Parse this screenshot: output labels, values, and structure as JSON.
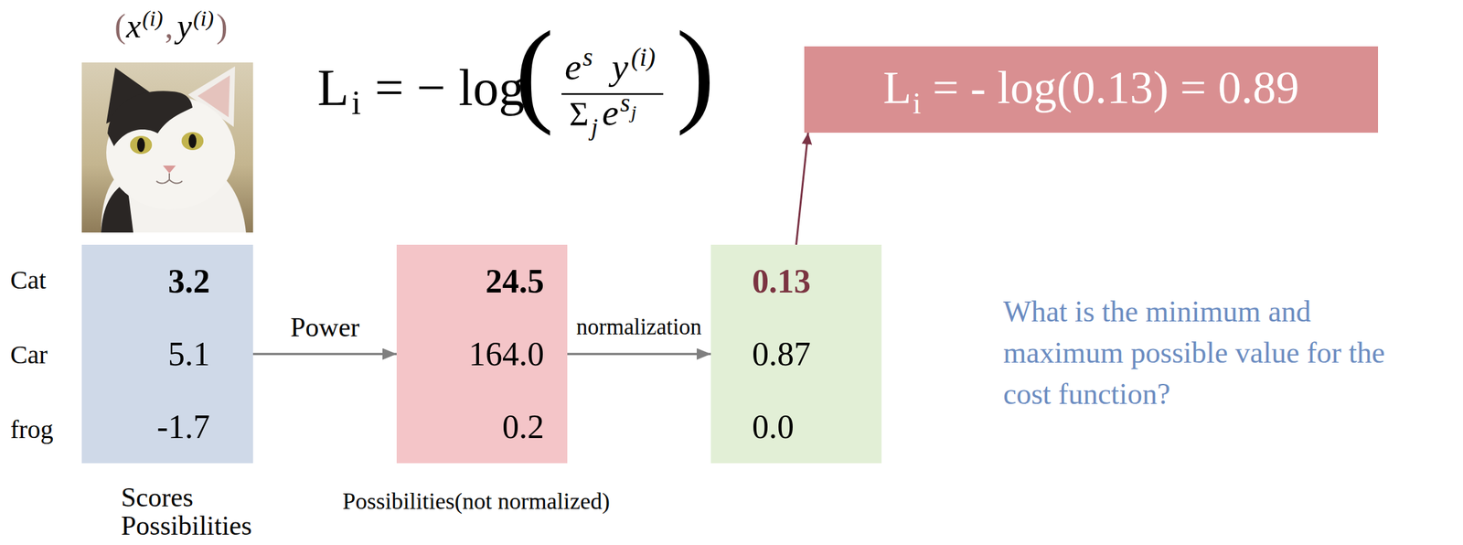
{
  "diagram": {
    "nodes": [
      {
        "text": [
          "L",
          "i",
          "= - log(0.13) = 0.89"
        ]
      },
      {
        "text": [
          "3.2",
          "5.1",
          "-1.7"
        ]
      },
      {
        "text": [
          "24.5",
          "164.0",
          "0.2"
        ]
      },
      {
        "text": [
          "0.13",
          "0.87",
          "0.0"
        ]
      }
    ],
    "edges": [
      {
        "from": 1,
        "to": 2,
        "label": "Power",
        "arrow": "to"
      },
      {
        "from": 2,
        "to": 3,
        "label": "normalization",
        "arrow": "to"
      },
      {
        "from": 3,
        "to": 0,
        "arrow": "to"
      }
    ],
    "labels": [
      "(",
      "x",
      "(i)",
      ",",
      "y",
      "(i)",
      ")",
      "L",
      "i",
      "= − log",
      "(",
      "e",
      "s",
      "y",
      "(i)",
      "Σ",
      "j",
      "e",
      "s",
      "j",
      ")",
      "Cat",
      "Car",
      "frog",
      "Scores",
      "Possibilities",
      "Possibilities(not normalized)",
      "What is the minimum and maximum possible value for the cost function?"
    ]
  }
}
